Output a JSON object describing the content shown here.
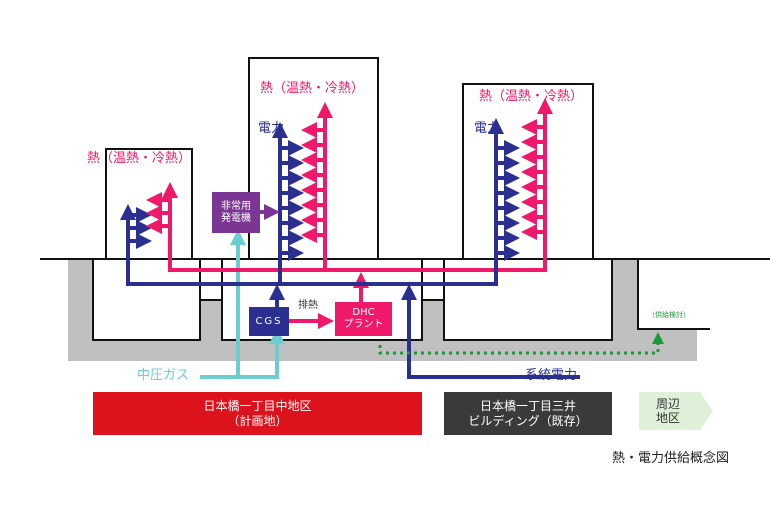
{
  "title": "熱・電力供給概念図",
  "colors": {
    "power": "#2b2f8f",
    "heat": "#f0186a",
    "gas": "#6ccdd1",
    "emergency": "#7b3593",
    "ground": "#c0c0c0",
    "future": "#1a9a3a",
    "planned_site": "#dc121c",
    "existing_bldg": "#3a3a3a",
    "surrounding": "#dff0d8"
  },
  "buildings": {
    "left": {
      "heat_label": "熱（温熱・冷熱）"
    },
    "center": {
      "heat_label": "熱（温熱・冷熱）",
      "power_label": "電力"
    },
    "right": {
      "heat_label": "熱（温熱・冷熱）",
      "power_label": "電力"
    }
  },
  "equipment": {
    "emergency_generator": {
      "line1": "非常用",
      "line2": "発電機"
    },
    "cgs": {
      "label": "CGS"
    },
    "dhc": {
      "line1": "DHC",
      "line2": "プラント"
    },
    "waste_heat_label": "排熱"
  },
  "supply": {
    "gas_label": "中圧ガス",
    "grid_label": "系統電力",
    "future_label": "（供給検討）"
  },
  "legend": {
    "planned": {
      "line1": "日本橋一丁目中地区",
      "line2": "（計画地）"
    },
    "existing": {
      "line1": "日本橋一丁目三井",
      "line2": "ビルディング（既存）"
    },
    "surrounding": {
      "line1": "周辺",
      "line2": "地区"
    }
  }
}
